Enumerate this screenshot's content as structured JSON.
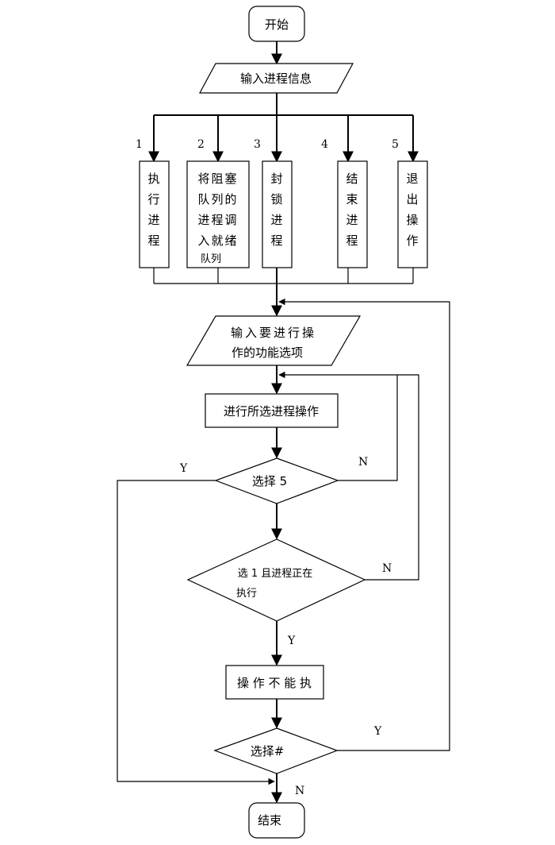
{
  "nodes": {
    "start": "开始",
    "input_info": "输入进程信息",
    "box1": [
      "执",
      "行",
      "进",
      "程"
    ],
    "box2": [
      "将阻塞",
      "队列的",
      "进程调",
      "入就绪",
      "队列"
    ],
    "box3": [
      "封",
      "锁",
      "进",
      "程"
    ],
    "box4": [
      "结",
      "束",
      "进",
      "程"
    ],
    "box5": [
      "退",
      "出",
      "操",
      "作"
    ],
    "input_op": [
      "输入要进行操",
      "作的功能选项"
    ],
    "do_op": "进行所选进程操作",
    "d_select5": "选择 5",
    "d_select1": [
      "选 1 且进程正在",
      "执行"
    ],
    "cannot": "操 作 不 能 执",
    "d_hash": "选择#",
    "end": "结束"
  },
  "branch_numbers": [
    "1",
    "2",
    "3",
    "4",
    "5"
  ],
  "edge_labels": {
    "select5_yes": "Y",
    "select5_no": "N",
    "select1_no": "N",
    "select1_yes": "Y",
    "hash_yes": "Y",
    "hash_no": "N"
  }
}
